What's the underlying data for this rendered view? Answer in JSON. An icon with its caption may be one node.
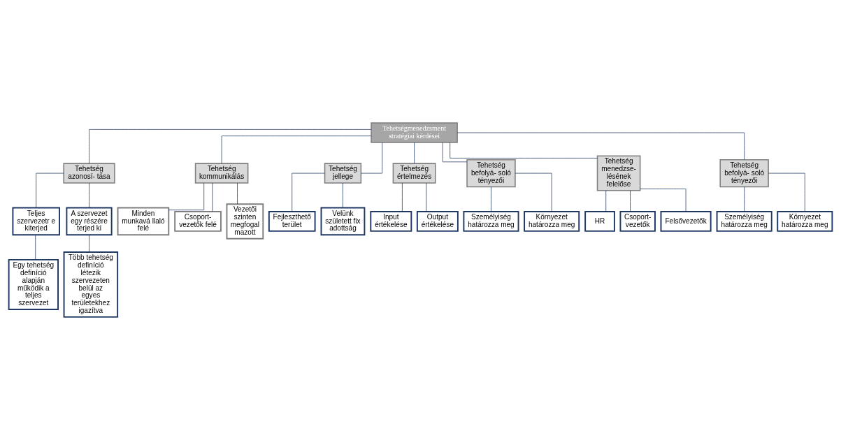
{
  "diagram": {
    "nodes": [
      {
        "text": [
          "Tehetségmenedzsment stratégiai kérdései"
        ]
      },
      {
        "text": [
          "Tehetség azonosí- tása"
        ]
      },
      {
        "text": [
          "Tehetség kommunikálás"
        ]
      },
      {
        "text": [
          "Tehetség jellege"
        ]
      },
      {
        "text": [
          "Tehetség értelmezés"
        ]
      },
      {
        "text": [
          "Tehetség befolyá- soló tényezői"
        ]
      },
      {
        "text": [
          "Tehetség menedzse- lésének felelőse"
        ]
      },
      {
        "text": [
          "Tehetség befolyá- soló tényezői"
        ]
      },
      {
        "text": [
          "Teljes szervezetr e kiterjed"
        ]
      },
      {
        "text": [
          "A szervezet egy részére terjed ki"
        ]
      },
      {
        "text": [
          "Egy tehetség definíció alapján működik a teljes szervezet"
        ]
      },
      {
        "text": [
          "Több tehetség definíció létezik szervezeten belül az egyes területekhez igazítva"
        ]
      },
      {
        "text": [
          "Minden munkavá llaló felé"
        ]
      },
      {
        "text": [
          "Csoport- vezetők felé"
        ]
      },
      {
        "text": [
          "Vezetői szinten megfogal mazott"
        ]
      },
      {
        "text": [
          "Fejleszthető terület"
        ]
      },
      {
        "text": [
          "Velünk született fix adottság"
        ]
      },
      {
        "text": [
          "Input értékelése"
        ]
      },
      {
        "text": [
          "Output értékelése"
        ]
      },
      {
        "text": [
          "Személyiség határozza meg"
        ]
      },
      {
        "text": [
          "Környezet határozza meg"
        ]
      },
      {
        "text": [
          "HR"
        ]
      },
      {
        "text": [
          "Csoport- vezetők"
        ]
      },
      {
        "text": [
          "Felsővezetők"
        ]
      },
      {
        "text": [
          "Személyiség határozza meg"
        ]
      },
      {
        "text": [
          "Környezet határozza meg"
        ]
      }
    ],
    "edges": [
      {
        "from": 0,
        "to": 1,
        "arrow": "none"
      },
      {
        "from": 0,
        "to": 2,
        "arrow": "none"
      },
      {
        "from": 0,
        "to": 3,
        "arrow": "none"
      },
      {
        "from": 0,
        "to": 4,
        "arrow": "none"
      },
      {
        "from": 0,
        "to": 5,
        "arrow": "none"
      },
      {
        "from": 0,
        "to": 6,
        "arrow": "none"
      },
      {
        "from": 0,
        "to": 7,
        "arrow": "none"
      },
      {
        "from": 1,
        "to": 8,
        "arrow": "none"
      },
      {
        "from": 1,
        "to": 9,
        "arrow": "none"
      },
      {
        "from": 8,
        "to": 10,
        "arrow": "none"
      },
      {
        "from": 9,
        "to": 11,
        "arrow": "none"
      },
      {
        "from": 2,
        "to": 12,
        "arrow": "none"
      },
      {
        "from": 2,
        "to": 13,
        "arrow": "none"
      },
      {
        "from": 2,
        "to": 14,
        "arrow": "none"
      },
      {
        "from": 3,
        "to": 15,
        "arrow": "none"
      },
      {
        "from": 3,
        "to": 16,
        "arrow": "none"
      },
      {
        "from": 4,
        "to": 17,
        "arrow": "none"
      },
      {
        "from": 4,
        "to": 18,
        "arrow": "none"
      },
      {
        "from": 5,
        "to": 19,
        "arrow": "none"
      },
      {
        "from": 5,
        "to": 20,
        "arrow": "none"
      },
      {
        "from": 6,
        "to": 21,
        "arrow": "none"
      },
      {
        "from": 6,
        "to": 22,
        "arrow": "none"
      },
      {
        "from": 6,
        "to": 23,
        "arrow": "none"
      },
      {
        "from": 7,
        "to": 24,
        "arrow": "none"
      },
      {
        "from": 7,
        "to": 25,
        "arrow": "none"
      }
    ]
  }
}
